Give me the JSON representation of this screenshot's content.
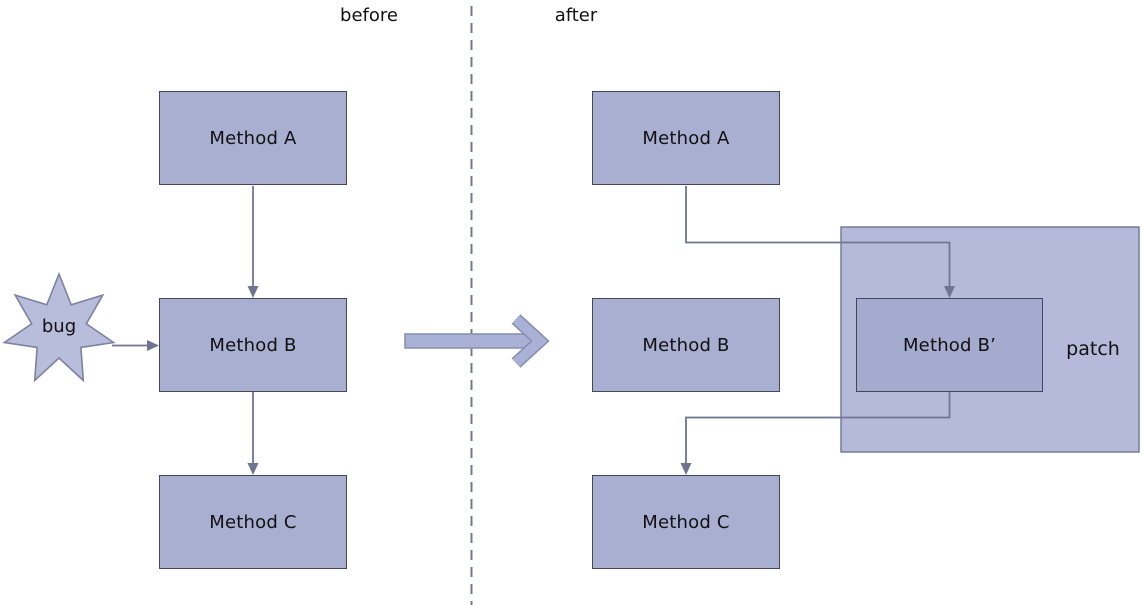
{
  "diagram": {
    "before": {
      "section_label": "before",
      "bug": {
        "label": "bug"
      },
      "nodes": [
        {
          "label": "Method A"
        },
        {
          "label": "Method B"
        },
        {
          "label": "Method C"
        }
      ]
    },
    "after": {
      "section_label": "after",
      "patch": {
        "label": "patch"
      },
      "nodes": [
        {
          "label": "Method A"
        },
        {
          "label": "Method B"
        },
        {
          "label": "Method B’"
        },
        {
          "label": "Method C"
        }
      ]
    },
    "icons": {
      "bug_star": "seven-point-burst-star",
      "transform_arrow": "thick-right-arrow"
    },
    "colors": {
      "node-fill": "#a8afd0",
      "node-border": "#42475c",
      "prime-fill": "#a5abce",
      "patch-fill": "#b5badb",
      "patch-border": "#707590",
      "connector": "#6f7491",
      "star-fill": "#b8bddb",
      "star-border": "#7d82a2",
      "arrow-fill": "#a9b1d6",
      "arrow-border": "#868dad",
      "divider": "#74788c",
      "text": "#111111"
    }
  }
}
